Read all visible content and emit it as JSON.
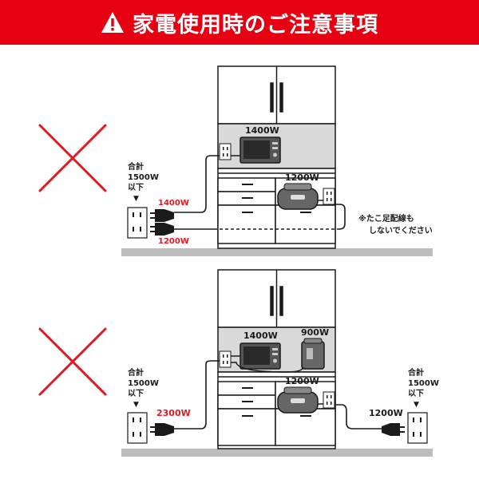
{
  "banner": {
    "title": "家電使用時のご注意事項",
    "color": "#e60012",
    "icon": "warning-triangle-icon"
  },
  "colors": {
    "accent_red": "#e01a22",
    "counter": "#d9d9d9",
    "floor": "#bdbdbd",
    "line": "#1a1a1a"
  },
  "scenario1": {
    "mark": "cross-mark-icon",
    "outlet_label": [
      "合計",
      "1500W",
      "以下"
    ],
    "arrow": "▼",
    "microwave_watt": "1400W",
    "cooker_watt": "1200W",
    "plug_top_watt": "1400W",
    "plug_bottom_watt": "1200W",
    "note_line1": "※たこ足配線も",
    "note_line2": "しないでください"
  },
  "scenario2": {
    "mark": "cross-mark-icon",
    "outlet_left_label": [
      "合計",
      "1500W",
      "以下"
    ],
    "outlet_right_label": [
      "合計",
      "1500W",
      "以下"
    ],
    "arrow": "▼",
    "microwave_watt": "1400W",
    "kettle_watt": "900W",
    "cooker_watt": "1200W",
    "plug_left_watt": "2300W",
    "plug_right_watt": "1200W"
  }
}
